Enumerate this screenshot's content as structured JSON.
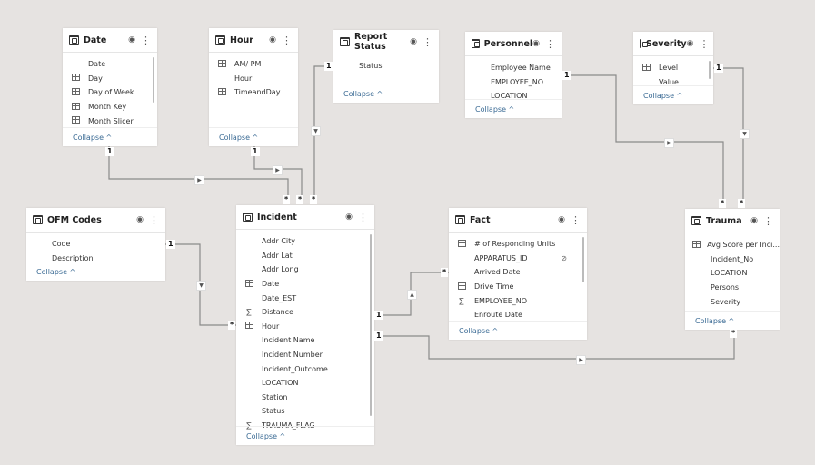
{
  "collapse_label": "Collapse ^",
  "tables": [
    {
      "id": "date",
      "name": "Date",
      "fields": [
        {
          "n": "Date",
          "i": ""
        },
        {
          "n": "Day",
          "i": "calc"
        },
        {
          "n": "Day of Week",
          "i": "calc"
        },
        {
          "n": "Month Key",
          "i": "calc"
        },
        {
          "n": "Month Slicer",
          "i": "calc"
        }
      ],
      "scroll": true
    },
    {
      "id": "hour",
      "name": "Hour",
      "fields": [
        {
          "n": "AM/ PM",
          "i": "calc"
        },
        {
          "n": "Hour",
          "i": ""
        },
        {
          "n": "TimeandDay",
          "i": "calc"
        }
      ]
    },
    {
      "id": "report-status",
      "name": "Report Status",
      "fields": [
        {
          "n": "Status",
          "i": ""
        }
      ]
    },
    {
      "id": "personnel",
      "name": "Personnel",
      "fields": [
        {
          "n": "Employee Name",
          "i": ""
        },
        {
          "n": "EMPLOYEE_NO",
          "i": ""
        },
        {
          "n": "LOCATION",
          "i": ""
        }
      ]
    },
    {
      "id": "severity",
      "name": "Severity",
      "fields": [
        {
          "n": "Level",
          "i": "calc"
        },
        {
          "n": "Value",
          "i": ""
        }
      ],
      "scroll": true
    },
    {
      "id": "ofm-codes",
      "name": "OFM Codes",
      "fields": [
        {
          "n": "Code",
          "i": ""
        },
        {
          "n": "Description",
          "i": ""
        }
      ]
    },
    {
      "id": "incident",
      "name": "Incident",
      "fields": [
        {
          "n": "Addr City",
          "i": ""
        },
        {
          "n": "Addr Lat",
          "i": ""
        },
        {
          "n": "Addr Long",
          "i": ""
        },
        {
          "n": "Date",
          "i": "calc"
        },
        {
          "n": "Date_EST",
          "i": ""
        },
        {
          "n": "Distance",
          "i": "sum"
        },
        {
          "n": "Hour",
          "i": "calc"
        },
        {
          "n": "Incident Name",
          "i": ""
        },
        {
          "n": "Incident Number",
          "i": ""
        },
        {
          "n": "Incident_Outcome",
          "i": ""
        },
        {
          "n": "LOCATION",
          "i": ""
        },
        {
          "n": "Station",
          "i": ""
        },
        {
          "n": "Status",
          "i": ""
        },
        {
          "n": "TRAUMA_FLAG",
          "i": "sum"
        }
      ],
      "scroll": true
    },
    {
      "id": "fact",
      "name": "Fact",
      "fields": [
        {
          "n": "# of Responding Units",
          "i": "calc"
        },
        {
          "n": "APPARATUS_ID",
          "i": "",
          "hidden": true
        },
        {
          "n": "Arrived Date",
          "i": ""
        },
        {
          "n": "Drive Time",
          "i": "calc"
        },
        {
          "n": "EMPLOYEE_NO",
          "i": "sum"
        },
        {
          "n": "Enroute Date",
          "i": ""
        }
      ],
      "scroll": true
    },
    {
      "id": "trauma",
      "name": "Trauma",
      "fields": [
        {
          "n": "Avg Score per Inci...",
          "i": "calc"
        },
        {
          "n": "Incident_No",
          "i": ""
        },
        {
          "n": "LOCATION",
          "i": ""
        },
        {
          "n": "Persons",
          "i": ""
        },
        {
          "n": "Severity",
          "i": ""
        }
      ]
    }
  ],
  "cardinality": {
    "one": "1",
    "many": "*"
  }
}
